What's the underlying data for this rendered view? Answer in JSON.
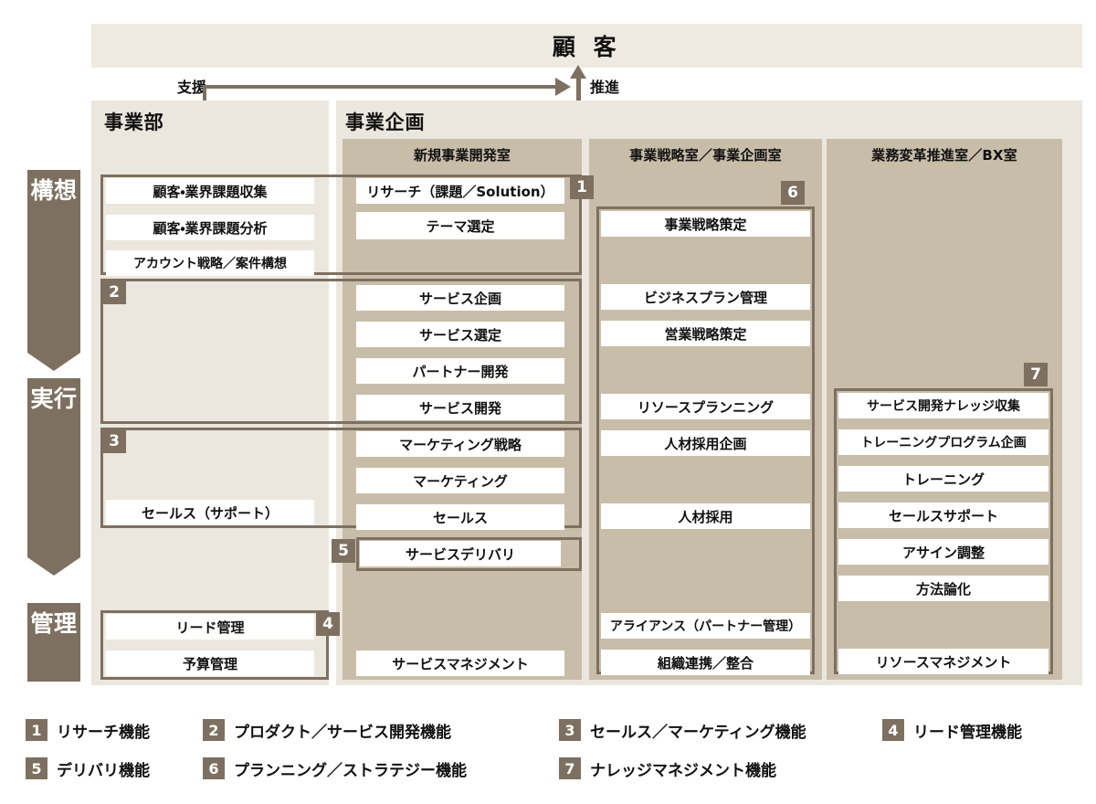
{
  "customer": {
    "label": "顧 客",
    "support_label": "支援",
    "promote_label": "推進"
  },
  "phases": [
    {
      "id": "conception",
      "label": "構想"
    },
    {
      "id": "execution",
      "label": "実行"
    },
    {
      "id": "management",
      "label": "管理"
    }
  ],
  "departments": [
    {
      "id": "business-unit",
      "title": "事業部"
    },
    {
      "id": "business-planning",
      "title": "事業企画"
    }
  ],
  "offices": [
    {
      "id": "new-business-dev",
      "title": "新規事業開発室"
    },
    {
      "id": "strategy-planning",
      "title": "事業戦略室／事業企画室"
    },
    {
      "id": "bx-office",
      "title": "業務変革推進室／BX室"
    }
  ],
  "tasks": {
    "col1": [
      "顧客・業界課題収集",
      "顧客・業界課題分析",
      "アカウント戦略／案件構想",
      "セールス（サポート）",
      "リード管理",
      "予算管理"
    ],
    "col2": [
      "リサーチ（課題／Solution）",
      "テーマ選定",
      "サービス企画",
      "サービス選定",
      "パートナー開発",
      "サービス開発",
      "マーケティング戦略",
      "マーケティング",
      "セールス",
      "サービスデリバリ",
      "サービスマネジメント"
    ],
    "col3": [
      "事業戦略策定",
      "ビジネスプラン管理",
      "営業戦略策定",
      "リソースプランニング",
      "人材採用企画",
      "人材採用",
      "アライアンス（パートナー管理）",
      "組織連携／整合"
    ],
    "col4": [
      "サービス開発ナレッジ収集",
      "トレーニングプログラム企画",
      "トレーニング",
      "セールスサポート",
      "アサイン調整",
      "方法論化",
      "リソースマネジメント"
    ]
  },
  "badges": [
    "1",
    "2",
    "3",
    "4",
    "5",
    "6",
    "7"
  ],
  "legend": [
    {
      "num": "1",
      "text": "リサーチ機能"
    },
    {
      "num": "2",
      "text": "プロダクト／サービス開発機能"
    },
    {
      "num": "3",
      "text": "セールス／マーケティング機能"
    },
    {
      "num": "4",
      "text": "リード管理機能"
    },
    {
      "num": "5",
      "text": "デリバリ機能"
    },
    {
      "num": "6",
      "text": "プランニング／ストラテジー機能"
    },
    {
      "num": "7",
      "text": "ナレッジマネジメント機能"
    }
  ],
  "colors": {
    "accent_dark": "#7d7060",
    "panel_light": "#ece7de",
    "panel_band": "#c8bda9",
    "box_white": "#ffffff",
    "page_bg": "#ffffff"
  }
}
